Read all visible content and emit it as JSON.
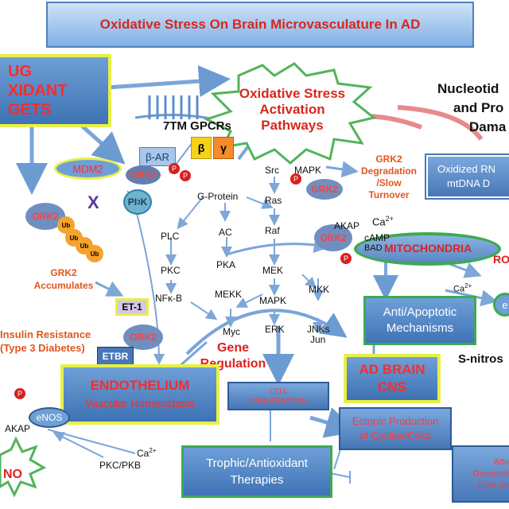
{
  "title": "Oxidative Stress On Brain Microvasculature In AD",
  "drug_box": [
    "UG",
    "XIDANT",
    "GETS"
  ],
  "oxidative_pathways": [
    "Oxidative Stress",
    "Activation",
    "Pathways"
  ],
  "nucleotide": [
    "Nucleotid",
    "and Pro",
    "Dama"
  ],
  "gpcr": "7TM GPCRs",
  "beta_ar": "β-AR",
  "beta": "β",
  "gamma": "γ",
  "mdm2": "MDM2",
  "grk2": "GRK2",
  "pi3k": "PI",
  "pi3k_sub": "3",
  "pi3k_k": "K",
  "g_protein": "G-Protein",
  "src": "Src",
  "mapk": "MAPK",
  "ras": "Ras",
  "raf": "Raf",
  "mek": "MEK",
  "mekk": "MEKK",
  "mkk": "MKK",
  "erk": "ERK",
  "jnks": "JNKs",
  "jun": "Jun",
  "myc": "Myc",
  "plc": "PLC",
  "pkc": "PKC",
  "nfkb": "NFκ-B",
  "ac": "AC",
  "pka": "PKA",
  "p_label": "P",
  "x_mark": "X",
  "ub": "Ub",
  "grk2_deg": [
    "GRK2",
    "Degradation",
    "/Slow",
    "Turnover"
  ],
  "oxidized": [
    "Oxidized RN",
    "mtDNA D"
  ],
  "akap": "AKAP",
  "ca": "Ca",
  "ca_sup": "2+",
  "camp": "cAMP",
  "bad": "BAD",
  "mito": "MITOCHONDRIA",
  "ro": "RO",
  "grk2_acc": [
    "GRK2",
    "Accumulates"
  ],
  "et1": "ET-1",
  "etbr": "ETBR",
  "insulin": [
    "Insulin Resistance",
    "(Type 3 Diabetes)"
  ],
  "gene_reg": [
    "Gene",
    "Regulation"
  ],
  "anti_apop": [
    "Anti/Apoptotic",
    "Mechanisms"
  ],
  "s_nitros": "S-nitros",
  "ad_brain": [
    "AD BRAIN",
    "CNS"
  ],
  "endothelium": [
    "ENDOTHELIUM",
    "Vascular Homeostasis"
  ],
  "cell_prolif": [
    "CELL",
    "PROLIFERATION"
  ],
  "ectopic": [
    "Ectopic Production",
    "of Cyclins/Cdks"
  ],
  "enos": "eNOS",
  "no": "NO",
  "pkc_pkb": "PKC/PKB",
  "trophic": [
    "Trophic/Antioxidant",
    "Therapies"
  ],
  "attu": [
    "Attu",
    "Desensiti",
    "GRK Int"
  ],
  "e_small": "e"
}
